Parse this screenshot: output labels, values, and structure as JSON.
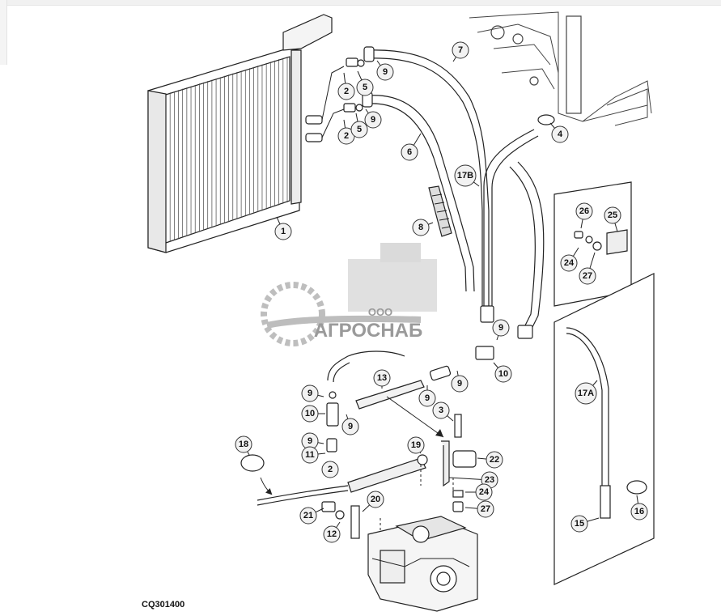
{
  "diagram": {
    "caption": "CQ301400",
    "watermark": {
      "company_prefix": "ООО",
      "company_name": "АГРОСНАБ"
    },
    "part_labels": [
      {
        "id": "lbl-1",
        "text": "1"
      },
      {
        "id": "lbl-2a",
        "text": "2"
      },
      {
        "id": "lbl-2b",
        "text": "2"
      },
      {
        "id": "lbl-2c",
        "text": "2"
      },
      {
        "id": "lbl-3",
        "text": "3"
      },
      {
        "id": "lbl-4",
        "text": "4"
      },
      {
        "id": "lbl-5a",
        "text": "5"
      },
      {
        "id": "lbl-5b",
        "text": "5"
      },
      {
        "id": "lbl-6",
        "text": "6"
      },
      {
        "id": "lbl-7",
        "text": "7"
      },
      {
        "id": "lbl-8",
        "text": "8"
      },
      {
        "id": "lbl-9a",
        "text": "9"
      },
      {
        "id": "lbl-9b",
        "text": "9"
      },
      {
        "id": "lbl-9c",
        "text": "9"
      },
      {
        "id": "lbl-9d",
        "text": "9"
      },
      {
        "id": "lbl-9e",
        "text": "9"
      },
      {
        "id": "lbl-9f",
        "text": "9"
      },
      {
        "id": "lbl-9g",
        "text": "9"
      },
      {
        "id": "lbl-9h",
        "text": "9"
      },
      {
        "id": "lbl-10a",
        "text": "10"
      },
      {
        "id": "lbl-10b",
        "text": "10"
      },
      {
        "id": "lbl-11",
        "text": "11"
      },
      {
        "id": "lbl-12",
        "text": "12"
      },
      {
        "id": "lbl-13",
        "text": "13"
      },
      {
        "id": "lbl-15",
        "text": "15"
      },
      {
        "id": "lbl-16",
        "text": "16"
      },
      {
        "id": "lbl-17a",
        "text": "17A"
      },
      {
        "id": "lbl-17b",
        "text": "17B"
      },
      {
        "id": "lbl-18",
        "text": "18"
      },
      {
        "id": "lbl-19",
        "text": "19"
      },
      {
        "id": "lbl-20",
        "text": "20"
      },
      {
        "id": "lbl-21",
        "text": "21"
      },
      {
        "id": "lbl-22",
        "text": "22"
      },
      {
        "id": "lbl-23",
        "text": "23"
      },
      {
        "id": "lbl-24a",
        "text": "24"
      },
      {
        "id": "lbl-24b",
        "text": "24"
      },
      {
        "id": "lbl-25",
        "text": "25"
      },
      {
        "id": "lbl-26",
        "text": "26"
      },
      {
        "id": "lbl-27a",
        "text": "27"
      },
      {
        "id": "lbl-27b",
        "text": "27"
      }
    ]
  }
}
